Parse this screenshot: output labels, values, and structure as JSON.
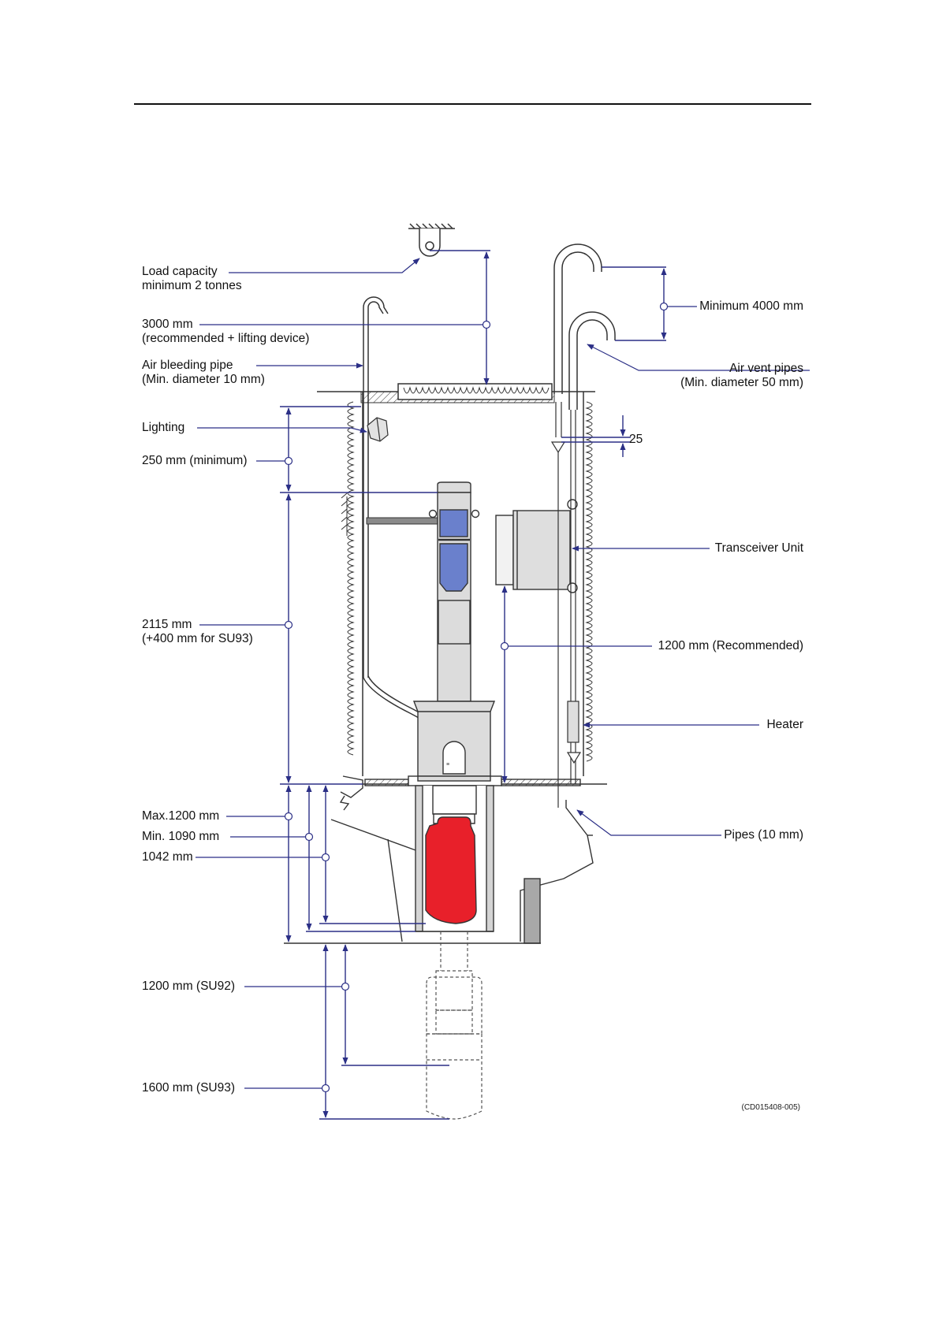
{
  "labels": {
    "load_capacity": [
      "Load capacity",
      "minimum 2 tonnes"
    ],
    "height_3000": [
      "3000 mm",
      "(recommended + lifting device)"
    ],
    "air_bleeding": [
      "Air bleeding pipe",
      "(Min. diameter 10 mm)"
    ],
    "lighting": "Lighting",
    "min_250": "250 mm (minimum)",
    "height_2115": [
      "2115 mm",
      "(+400 mm for SU93)"
    ],
    "max_1200": "Max.1200 mm",
    "min_1090": "Min. 1090 mm",
    "d_1042": "1042 mm",
    "su92": "1200 mm (SU92)",
    "su93": "1600 mm (SU93)",
    "min_4000": "Minimum 4000 mm",
    "air_vent": [
      "Air vent pipes",
      "(Min. diameter 50 mm)"
    ],
    "d_25": "25",
    "transceiver": "Transceiver Unit",
    "rec_1200": "1200 mm (Recommended)",
    "heater": "Heater",
    "pipes": "Pipes (10 mm)",
    "figure_code": "(CD015408-005)"
  },
  "colors": {
    "dimension": "#2b2f86",
    "hull_unit": "#e8202a",
    "motor": "#6a80cc",
    "outline": "#333333",
    "fill_grey": "#d4d4d4"
  }
}
